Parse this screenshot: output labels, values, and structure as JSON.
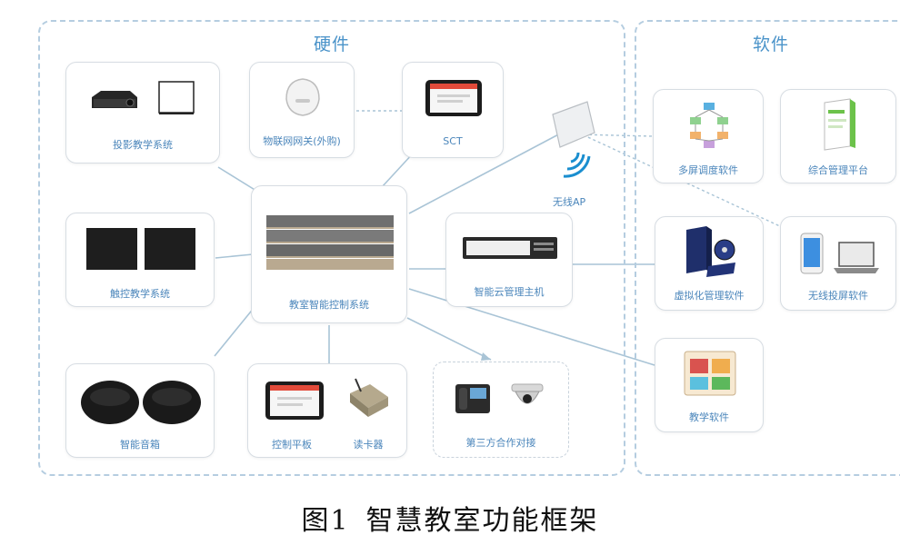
{
  "panels": {
    "hardware_title": "硬件",
    "software_title": "软件"
  },
  "hardware": {
    "projection": "投影教学系统",
    "gateway": "物联网网关(外购)",
    "sct": "SCT",
    "touch": "触控教学系统",
    "controller": "教室智能控制系统",
    "cloud_host": "智能云管理主机",
    "speaker": "智能音箱",
    "tablet": "控制平板",
    "card_reader": "读卡器",
    "third_party": "第三方合作对接",
    "wireless_ap": "无线AP"
  },
  "software": {
    "multi_screen": "多屏调度软件",
    "integrated_platform": "综合管理平台",
    "virtualization": "虚拟化管理软件",
    "wireless_cast": "无线投屏软件",
    "teaching": "教学软件"
  },
  "caption": {
    "number": "图1",
    "title": "智慧教室功能框架"
  },
  "colors": {
    "accent_blue": "#4a93c9",
    "link_line": "#a9c4d6",
    "panel_border": "#b5cde0"
  },
  "icons": {
    "projector": "projector-icon",
    "screen": "projection-screen-icon",
    "gateway": "router-icon",
    "tablet": "tablet-icon",
    "access_point": "wireless-ap-icon",
    "server": "server-icon",
    "panels": "touch-panel-icon",
    "speaker": "speaker-icon",
    "card_reader": "card-reader-icon",
    "phone": "ip-phone-icon",
    "camera": "dome-camera-icon",
    "flowchart": "flowchart-icon",
    "software_box": "software-box-icon",
    "phone_laptop": "phone-laptop-icon",
    "teaching_app": "teaching-app-icon"
  }
}
